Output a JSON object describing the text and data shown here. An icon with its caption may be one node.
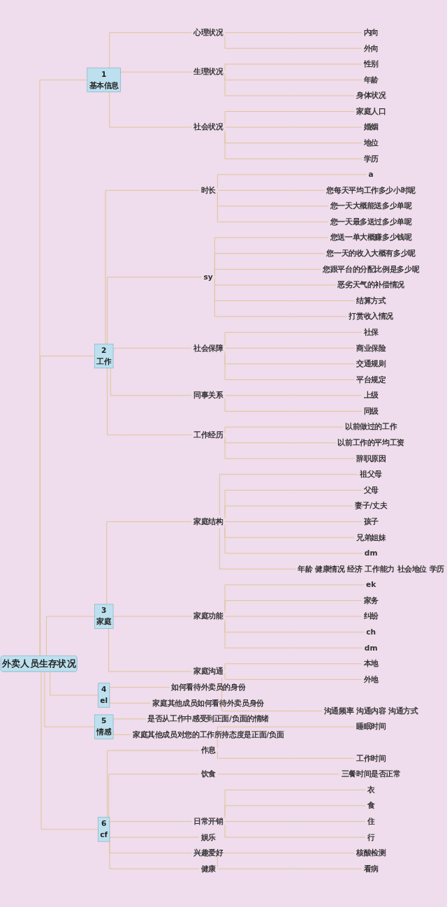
{
  "diagram": {
    "nodes": [
      {
        "text": [
          "外卖人员生存状况"
        ]
      },
      {
        "text": [
          "1",
          "基本信息"
        ]
      },
      {
        "text": [
          "心理状况"
        ]
      },
      {
        "text": [
          "内向"
        ]
      },
      {
        "text": [
          "外向"
        ]
      },
      {
        "text": [
          "生理状况"
        ]
      },
      {
        "text": [
          "性别"
        ]
      },
      {
        "text": [
          "年龄"
        ]
      },
      {
        "text": [
          "身体状况"
        ]
      },
      {
        "text": [
          "社会状况"
        ]
      },
      {
        "text": [
          "家庭人口"
        ]
      },
      {
        "text": [
          "婚姻"
        ]
      },
      {
        "text": [
          "地位"
        ]
      },
      {
        "text": [
          "学历"
        ]
      },
      {
        "text": [
          "2",
          "工作"
        ]
      },
      {
        "text": [
          "时长"
        ]
      },
      {
        "text": [
          "a"
        ]
      },
      {
        "text": [
          "您每天平均工作多少小时呢"
        ]
      },
      {
        "text": [
          "您一天大概能送多少单呢"
        ]
      },
      {
        "text": [
          "您一天最多送过多少单呢"
        ]
      },
      {
        "text": [
          "sy"
        ]
      },
      {
        "text": [
          "您送一单大概赚多少钱呢"
        ]
      },
      {
        "text": [
          "您一天的收入大概有多少呢"
        ]
      },
      {
        "text": [
          "您跟平台的分配比例是多少呢"
        ]
      },
      {
        "text": [
          "恶劣天气的补偿情况"
        ]
      },
      {
        "text": [
          "结算方式"
        ]
      },
      {
        "text": [
          "打赏收入情况"
        ]
      },
      {
        "text": [
          "社会保障"
        ]
      },
      {
        "text": [
          "社保"
        ]
      },
      {
        "text": [
          "商业保险"
        ]
      },
      {
        "text": [
          "交通规则"
        ]
      },
      {
        "text": [
          "平台规定"
        ]
      },
      {
        "text": [
          "同事关系"
        ]
      },
      {
        "text": [
          "上级"
        ]
      },
      {
        "text": [
          "同级"
        ]
      },
      {
        "text": [
          "工作经历"
        ]
      },
      {
        "text": [
          "以前做过的工作"
        ]
      },
      {
        "text": [
          "以前工作的平均工资"
        ]
      },
      {
        "text": [
          "辞职原因"
        ]
      },
      {
        "text": [
          "3",
          "家庭"
        ]
      },
      {
        "text": [
          "家庭结构"
        ]
      },
      {
        "text": [
          "祖父母"
        ]
      },
      {
        "text": [
          "父母"
        ]
      },
      {
        "text": [
          "妻子/丈夫"
        ]
      },
      {
        "text": [
          "孩子"
        ]
      },
      {
        "text": [
          "兄弟姐妹"
        ]
      },
      {
        "text": [
          "dm"
        ]
      },
      {
        "text": [
          "年龄 健康情况 经济 工作能力 社会地位 学历"
        ]
      },
      {
        "text": [
          "家庭功能"
        ]
      },
      {
        "text": [
          "ek"
        ]
      },
      {
        "text": [
          "家务"
        ]
      },
      {
        "text": [
          "纠纷"
        ]
      },
      {
        "text": [
          "ch"
        ]
      },
      {
        "text": [
          "dm"
        ]
      },
      {
        "text": [
          "家庭沟通"
        ]
      },
      {
        "text": [
          "本地"
        ]
      },
      {
        "text": [
          "外地"
        ]
      },
      {
        "text": [
          "沟通频率 沟通内容 沟通方式"
        ]
      },
      {
        "text": [
          "4",
          "el"
        ]
      },
      {
        "text": [
          "如何看待外卖员的身份"
        ]
      },
      {
        "text": [
          "家庭其他成员如何看待外卖员身份"
        ]
      },
      {
        "text": [
          "5",
          "情感"
        ]
      },
      {
        "text": [
          "是否从工作中感受到正面/负面的情绪"
        ]
      },
      {
        "text": [
          "家庭其他成员对您的工作所持态度是正面/负面"
        ]
      },
      {
        "text": [
          "6",
          "cf"
        ]
      },
      {
        "text": [
          "作息"
        ]
      },
      {
        "text": [
          "睡眠时间"
        ]
      },
      {
        "text": [
          "工作时间"
        ]
      },
      {
        "text": [
          "饮食"
        ]
      },
      {
        "text": [
          "三餐时间是否正常"
        ]
      },
      {
        "text": [
          "日常开销"
        ]
      },
      {
        "text": [
          "衣"
        ]
      },
      {
        "text": [
          "食"
        ]
      },
      {
        "text": [
          "住"
        ]
      },
      {
        "text": [
          "行"
        ]
      },
      {
        "text": [
          "娱乐"
        ]
      },
      {
        "text": [
          "兴趣爱好"
        ]
      },
      {
        "text": [
          "健康"
        ]
      },
      {
        "text": [
          "核酸检测"
        ]
      },
      {
        "text": [
          "看病"
        ]
      }
    ],
    "edges": [
      {
        "from": 0,
        "to": 1,
        "arrow": "none"
      },
      {
        "from": 1,
        "to": 2,
        "arrow": "none"
      },
      {
        "from": 2,
        "to": 3,
        "arrow": "none"
      },
      {
        "from": 2,
        "to": 4,
        "arrow": "none"
      },
      {
        "from": 1,
        "to": 5,
        "arrow": "none"
      },
      {
        "from": 5,
        "to": 6,
        "arrow": "none"
      },
      {
        "from": 5,
        "to": 7,
        "arrow": "none"
      },
      {
        "from": 5,
        "to": 8,
        "arrow": "none"
      },
      {
        "from": 1,
        "to": 9,
        "arrow": "none"
      },
      {
        "from": 9,
        "to": 10,
        "arrow": "none"
      },
      {
        "from": 9,
        "to": 11,
        "arrow": "none"
      },
      {
        "from": 9,
        "to": 12,
        "arrow": "none"
      },
      {
        "from": 9,
        "to": 13,
        "arrow": "none"
      },
      {
        "from": 0,
        "to": 14,
        "arrow": "none"
      },
      {
        "from": 14,
        "to": 15,
        "arrow": "none"
      },
      {
        "from": 15,
        "to": 16,
        "arrow": "none"
      },
      {
        "from": 15,
        "to": 17,
        "arrow": "none"
      },
      {
        "from": 15,
        "to": 18,
        "arrow": "none"
      },
      {
        "from": 15,
        "to": 19,
        "arrow": "none"
      },
      {
        "from": 14,
        "to": 20,
        "arrow": "none"
      },
      {
        "from": 20,
        "to": 21,
        "arrow": "none"
      },
      {
        "from": 20,
        "to": 22,
        "arrow": "none"
      },
      {
        "from": 20,
        "to": 23,
        "arrow": "none"
      },
      {
        "from": 20,
        "to": 24,
        "arrow": "none"
      },
      {
        "from": 20,
        "to": 25,
        "arrow": "none"
      },
      {
        "from": 20,
        "to": 26,
        "arrow": "none"
      },
      {
        "from": 14,
        "to": 27,
        "arrow": "none"
      },
      {
        "from": 27,
        "to": 28,
        "arrow": "none"
      },
      {
        "from": 27,
        "to": 29,
        "arrow": "none"
      },
      {
        "from": 27,
        "to": 30,
        "arrow": "none"
      },
      {
        "from": 27,
        "to": 31,
        "arrow": "none"
      },
      {
        "from": 14,
        "to": 32,
        "arrow": "none"
      },
      {
        "from": 32,
        "to": 33,
        "arrow": "none"
      },
      {
        "from": 32,
        "to": 34,
        "arrow": "none"
      },
      {
        "from": 14,
        "to": 35,
        "arrow": "none"
      },
      {
        "from": 35,
        "to": 36,
        "arrow": "none"
      },
      {
        "from": 35,
        "to": 37,
        "arrow": "none"
      },
      {
        "from": 35,
        "to": 38,
        "arrow": "none"
      },
      {
        "from": 0,
        "to": 39,
        "arrow": "none"
      },
      {
        "from": 39,
        "to": 40,
        "arrow": "none"
      },
      {
        "from": 40,
        "to": 41,
        "arrow": "none"
      },
      {
        "from": 40,
        "to": 42,
        "arrow": "none"
      },
      {
        "from": 40,
        "to": 43,
        "arrow": "none"
      },
      {
        "from": 40,
        "to": 44,
        "arrow": "none"
      },
      {
        "from": 40,
        "to": 45,
        "arrow": "none"
      },
      {
        "from": 40,
        "to": 46,
        "arrow": "none"
      },
      {
        "from": 40,
        "to": 47,
        "arrow": "none"
      },
      {
        "from": 39,
        "to": 48,
        "arrow": "none"
      },
      {
        "from": 48,
        "to": 49,
        "arrow": "none"
      },
      {
        "from": 48,
        "to": 50,
        "arrow": "none"
      },
      {
        "from": 48,
        "to": 51,
        "arrow": "none"
      },
      {
        "from": 48,
        "to": 52,
        "arrow": "none"
      },
      {
        "from": 48,
        "to": 53,
        "arrow": "none"
      },
      {
        "from": 39,
        "to": 54,
        "arrow": "none"
      },
      {
        "from": 54,
        "to": 55,
        "arrow": "none"
      },
      {
        "from": 54,
        "to": 56,
        "arrow": "none"
      },
      {
        "from": 54,
        "to": 57,
        "arrow": "none"
      },
      {
        "from": 0,
        "to": 58,
        "arrow": "none"
      },
      {
        "from": 58,
        "to": 59,
        "arrow": "none"
      },
      {
        "from": 58,
        "to": 60,
        "arrow": "none"
      },
      {
        "from": 0,
        "to": 61,
        "arrow": "none"
      },
      {
        "from": 61,
        "to": 62,
        "arrow": "none"
      },
      {
        "from": 61,
        "to": 63,
        "arrow": "none"
      },
      {
        "from": 0,
        "to": 64,
        "arrow": "none"
      },
      {
        "from": 64,
        "to": 65,
        "arrow": "none"
      },
      {
        "from": 65,
        "to": 66,
        "arrow": "none"
      },
      {
        "from": 65,
        "to": 67,
        "arrow": "none"
      },
      {
        "from": 64,
        "to": 68,
        "arrow": "none"
      },
      {
        "from": 68,
        "to": 69,
        "arrow": "none"
      },
      {
        "from": 64,
        "to": 70,
        "arrow": "none"
      },
      {
        "from": 70,
        "to": 71,
        "arrow": "none"
      },
      {
        "from": 70,
        "to": 72,
        "arrow": "none"
      },
      {
        "from": 70,
        "to": 73,
        "arrow": "none"
      },
      {
        "from": 70,
        "to": 74,
        "arrow": "none"
      },
      {
        "from": 64,
        "to": 75,
        "arrow": "none"
      },
      {
        "from": 64,
        "to": 76,
        "arrow": "none"
      },
      {
        "from": 64,
        "to": 77,
        "arrow": "none"
      },
      {
        "from": 77,
        "to": 78,
        "arrow": "none"
      },
      {
        "from": 77,
        "to": 79,
        "arrow": "none"
      }
    ]
  }
}
